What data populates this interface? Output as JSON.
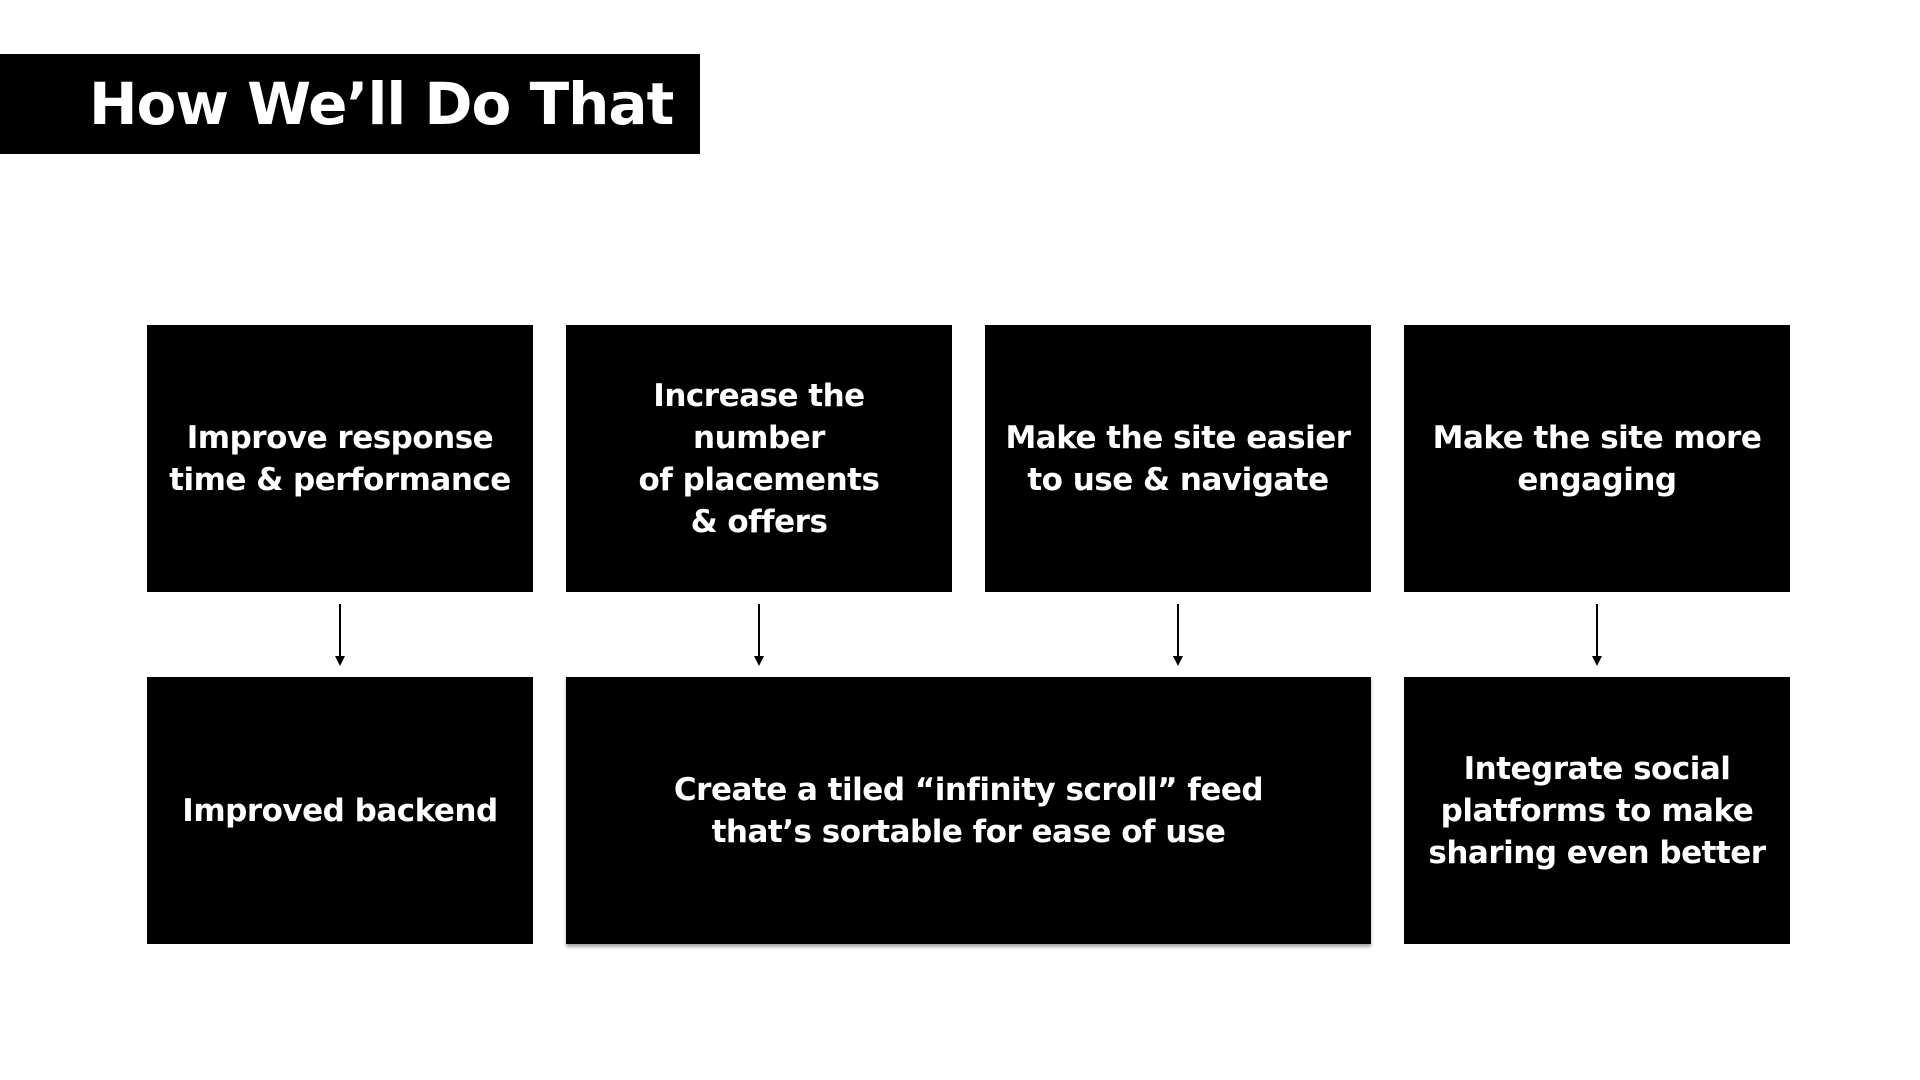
{
  "title": "How We’ll Do That",
  "colors": {
    "background": "#ffffff",
    "box": "#000000",
    "text": "#ffffff",
    "arrow": "#000000"
  },
  "goals": [
    {
      "label": "Improve response\ntime & performance"
    },
    {
      "label": "Increase the number\nof placements\n& offers"
    },
    {
      "label": "Make the site easier\nto use & navigate"
    },
    {
      "label": "Make the site more\nengaging"
    }
  ],
  "solutions": [
    {
      "label": "Improved backend"
    },
    {
      "label": "Create a tiled “infinity scroll” feed\nthat’s sortable for ease of use"
    },
    {
      "label": "Integrate social\nplatforms to make\nsharing even better"
    }
  ]
}
